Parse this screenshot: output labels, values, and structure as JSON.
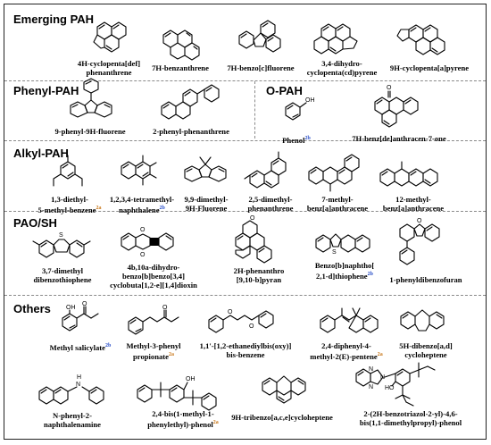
{
  "sections": {
    "emerging": {
      "title": "Emerging PAH"
    },
    "phenyl": {
      "title": "Phenyl-PAH"
    },
    "opah": {
      "title": "O-PAH"
    },
    "alkyl": {
      "title": "Alkyl-PAH"
    },
    "paosh": {
      "title": "PAO/SH"
    },
    "others": {
      "title": "Others"
    }
  },
  "compounds": {
    "emerging": [
      {
        "line1": "4H-cyclopenta[def]",
        "line2": "phenanthrene"
      },
      {
        "line1": "7H-benzanthrene"
      },
      {
        "line1": "7H-benzo[c]fluorene"
      },
      {
        "line1": "3,4-dihydro-",
        "line2": "cyclopenta(cd)pyrene"
      },
      {
        "line1": "9H-cyclopenta[a]pyrene"
      }
    ],
    "phenyl": [
      {
        "line1": "9-phenyl-9H-fluorene"
      },
      {
        "line1": "2-phenyl-phenanthrene"
      }
    ],
    "opah": [
      {
        "line1": "Phenol",
        "ref": "2b"
      },
      {
        "line1": "7H-benz[de]anthracen-7-one"
      }
    ],
    "alkyl": [
      {
        "line1": "1,3-diethyl-",
        "line2": "5-methyl-benzene",
        "ref": "2a"
      },
      {
        "line1": "1,2,3,4-tetramethyl-",
        "line2": "naphthalene",
        "ref": "2b"
      },
      {
        "line1": "9,9-dimethyl-",
        "line2": "9H-Fluorene"
      },
      {
        "line1": "2,5-dimethyl-",
        "line2": "phenanthrene"
      },
      {
        "line1": "7-methyl-",
        "line2": "benz[a]anthracene"
      },
      {
        "line1": "12-methyl-",
        "line2": "benz[a]anthracene"
      }
    ],
    "paosh": [
      {
        "line1": "3,7-dimethyl",
        "line2": "dibenzothiophene"
      },
      {
        "line1": "4b,10a-dihydro-",
        "line2": "benzo[b]benzo[3,4]",
        "line3": "cyclobuta[1,2-e][1,4]dioxin"
      },
      {
        "line1": "2H-phenanthro",
        "line2": "[9,10-b]pyran"
      },
      {
        "line1": "Benzo[b]naphtho[",
        "line2": "2,1-d]thiophene",
        "ref": "2b"
      },
      {
        "line1": "1-phenyldibenzofuran"
      }
    ],
    "others": [
      {
        "line1": "Methyl salicylate",
        "ref": "2b"
      },
      {
        "line1": "Methyl-3-phenyl",
        "line2": "propionate",
        "ref": "2a"
      },
      {
        "line1": "1,1'-[1,2-ethanediylbis(oxy)]",
        "line2": "bis-benzene"
      },
      {
        "line1": "2,4-diphenyl-4-",
        "line2": "methyl-2(E)-pentene",
        "ref": "2a"
      },
      {
        "line1": "5H-dibenzo[a,d]",
        "line2": "cycloheptene"
      },
      {
        "line1": "N-phenyl-2-",
        "line2": "naphthalenamine"
      },
      {
        "line1": "2,4-bis(1-methyl-1-",
        "line2": "phenylethyl)-phenol",
        "ref": "2a"
      },
      {
        "line1": "9H-tribenzo[a,c,e]cycloheptene"
      },
      {
        "line1": "2-(2H-benzotriazol-2-yl)-4,6-",
        "line2": "bis(1,1-dimethylpropyl)-phenol"
      }
    ]
  },
  "atom_labels": {
    "oh": "OH",
    "o": "O",
    "s": "S",
    "n": "N",
    "nh": "H",
    "ho": "HO"
  },
  "ref_colors": {
    "2a": "#c8771a",
    "2b": "#2a4fc8"
  }
}
